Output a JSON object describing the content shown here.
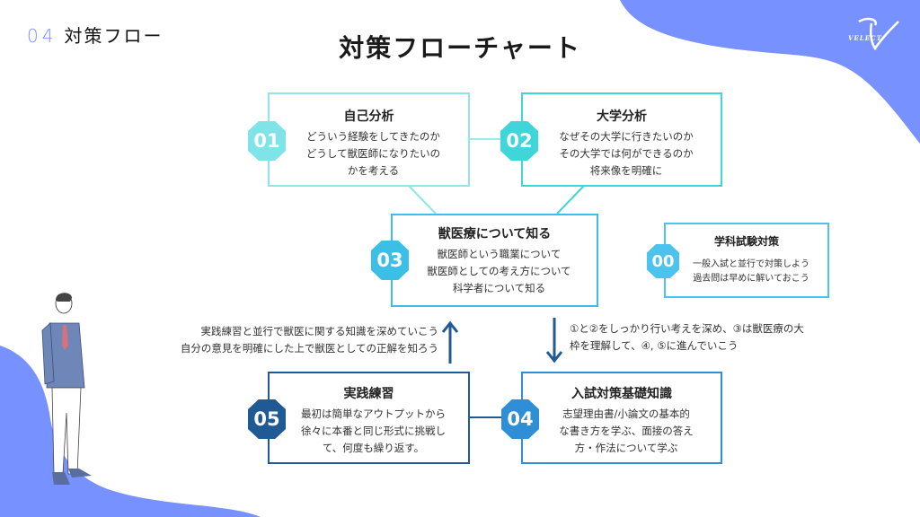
{
  "header": {
    "section_number": "04",
    "section_label": "対策フロー",
    "page_title": "対策フローチャート",
    "logo_text": "VELECT"
  },
  "colors": {
    "accent_blob": "#7792ff",
    "step01": "#7fe3e8",
    "step02": "#3fd6d9",
    "step03": "#3bbfe6",
    "step00": "#4cc3ec",
    "step04": "#2f8fd6",
    "step05": "#1f5a94",
    "arrow": "#1f5a94"
  },
  "steps": [
    {
      "badge": "01",
      "title": "自己分析",
      "body": "どういう経験をしてきたのか\nどうして獣医師になりたいの\nかを考える"
    },
    {
      "badge": "02",
      "title": "大学分析",
      "body": "なぜその大学に行きたいのか\nその大学では何ができるのか\n将来像を明確に"
    },
    {
      "badge": "03",
      "title": "獣医療について知る",
      "body": "獣医師という職業について\n獣医師としての考え方について\n科学者について知る"
    },
    {
      "badge": "00",
      "title": "学科試験対策",
      "body": "一般入試と並行で対策しよう\n過去問は早めに解いておこう"
    },
    {
      "badge": "04",
      "title": "入試対策基礎知識",
      "body": "志望理由書/小論文の基本的\nな書き方を学ぶ、面接の答え\n方・作法について学ぶ"
    },
    {
      "badge": "05",
      "title": "実践練習",
      "body": "最初は簡単なアウトプットから\n徐々に本番と同じ形式に挑戦し\nて、何度も繰り返す。"
    }
  ],
  "notes": {
    "left": "実践練習と並行で獣医に関する知識を深めていこう\n自分の意見を明確にした上で獣医としての正解を知ろう",
    "right": "①と②をしっかり行い考えを深め、③は獣医療の大\n枠を理解して、④, ⑤に進んでいこう"
  },
  "icons": {
    "up_arrow": "arrow-up-icon",
    "down_arrow": "arrow-down-icon",
    "person": "businessman-illustration"
  }
}
